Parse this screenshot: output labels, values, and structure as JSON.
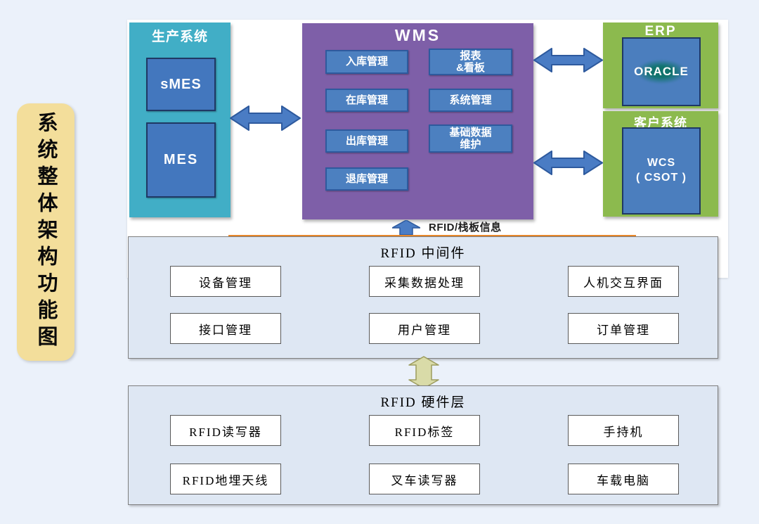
{
  "page": {
    "vertical_title": "系统整体架构功能图"
  },
  "production": {
    "title": "生产系统",
    "items": [
      "sMES",
      "MES"
    ]
  },
  "wms": {
    "title": "WMS",
    "left_items": [
      "入库管理",
      "在库管理",
      "出库管理",
      "退库管理"
    ],
    "right_items": [
      "报表\n&看板",
      "系统管理",
      "基础数据\n维护"
    ]
  },
  "erp": {
    "title": "ERP",
    "item": "ORACLE"
  },
  "customer": {
    "title": "客户系统",
    "item": "WCS\n( CSOT )"
  },
  "flow": {
    "label": "RFID/栈板信息"
  },
  "middleware": {
    "title": "RFID 中间件",
    "items": [
      "设备管理",
      "采集数据处理",
      "人机交互界面",
      "接口管理",
      "用户管理",
      "订单管理"
    ]
  },
  "hardware": {
    "title": "RFID 硬件层",
    "items": [
      "RFID读写器",
      "RFID标签",
      "手持机",
      "RFID地埋天线",
      "叉车读写器",
      "车载电脑"
    ]
  },
  "colors": {
    "background": "#EBF1FA",
    "side_title_yellow": "#F3DE9B",
    "production_teal": "#41AEC6",
    "wms_purple": "#7E5FA8",
    "erp_green": "#8CBA4E",
    "chip_blue": "#4C80C0",
    "chip_border_navy": "#1F3864",
    "arrow_blue": "#4A7CC4",
    "arrow_khaki": "#D9DBA8",
    "section_lavender": "#DEE7F3",
    "orange_line": "#E8892B",
    "oracle_blob_teal": "#0D7368"
  }
}
